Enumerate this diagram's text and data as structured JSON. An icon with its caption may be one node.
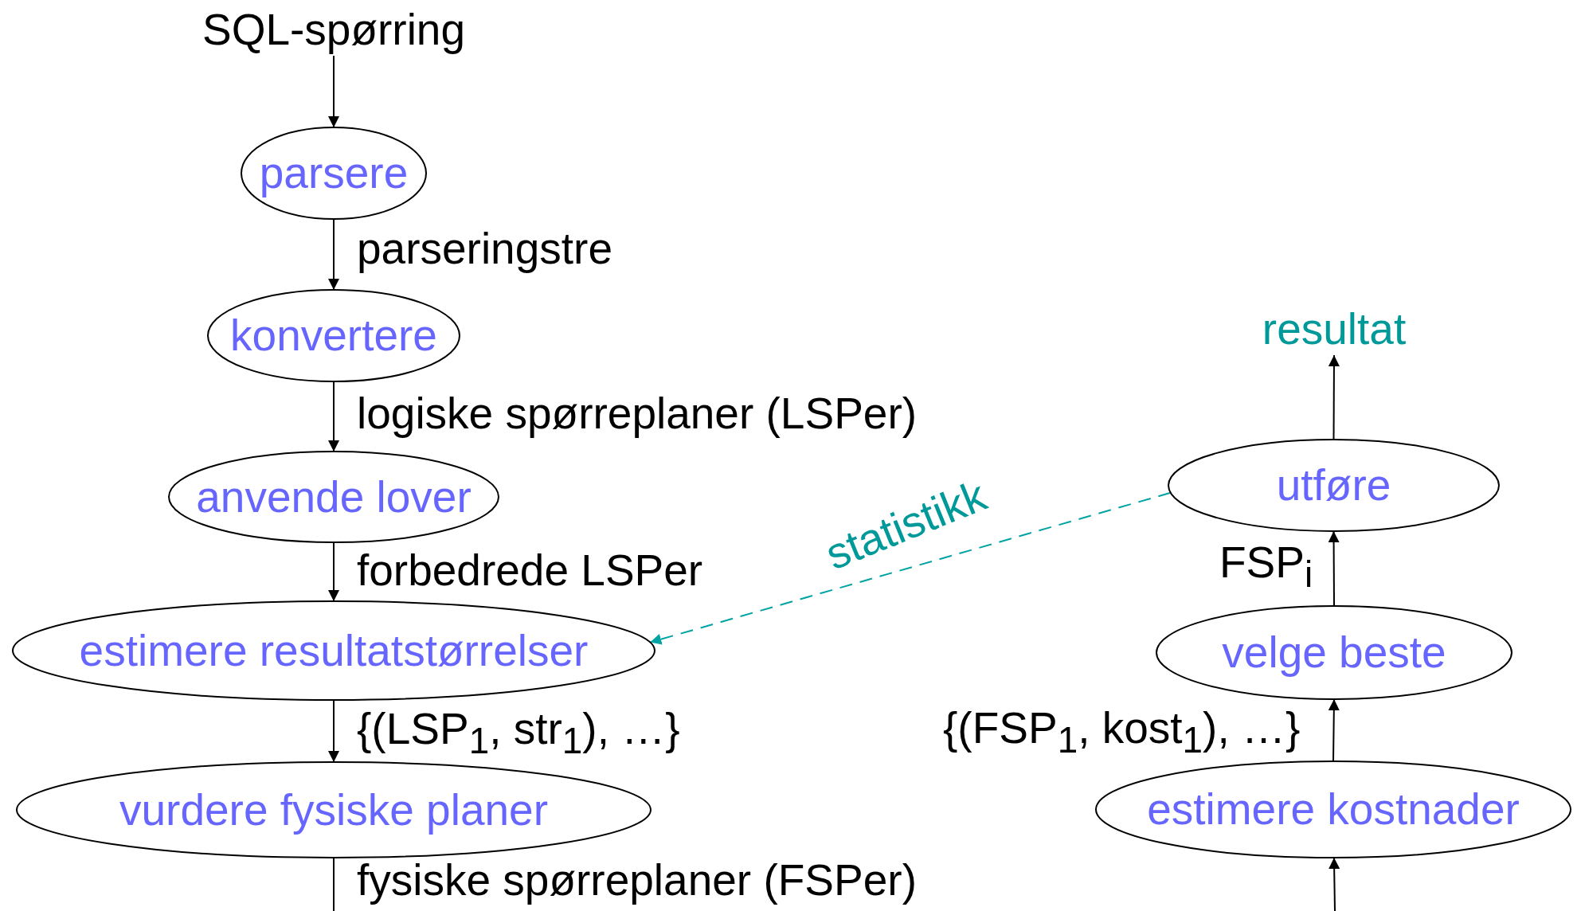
{
  "diagram": {
    "nodes": [
      {
        "text": [
          "SQL-spørring"
        ]
      },
      {
        "text": [
          "parsere"
        ]
      },
      {
        "text": [
          "konvertere"
        ]
      },
      {
        "text": [
          "anvende lover"
        ]
      },
      {
        "text": [
          "estimere resultatstørrelser"
        ]
      },
      {
        "text": [
          "vurdere fysiske planer"
        ]
      },
      {
        "text": [
          "resultat"
        ]
      },
      {
        "text": [
          "utføre"
        ]
      },
      {
        "text": [
          "velge beste"
        ]
      },
      {
        "text": [
          "estimere kostnader"
        ]
      }
    ],
    "edges": [
      {
        "from": 0,
        "to": 1,
        "arrow": "to"
      },
      {
        "from": 1,
        "to": 2,
        "arrow": "to",
        "label": "parseringstre"
      },
      {
        "from": 2,
        "to": 3,
        "arrow": "to",
        "label": "logiske spørreplaner (LSPer)"
      },
      {
        "from": 3,
        "to": 4,
        "arrow": "to",
        "label": "forbedrede LSPer"
      },
      {
        "from": 4,
        "to": 5,
        "arrow": "to",
        "label": "{(LSP$_{1}$, str$_{1}$), …}"
      },
      {
        "from": 5,
        "to": null,
        "arrow": "none",
        "label": "fysiske spørreplaner (FSPer)"
      },
      {
        "from": null,
        "to": 9,
        "arrow": "to"
      },
      {
        "from": 9,
        "to": 8,
        "arrow": "to",
        "label": "{(FSP$_{1}$, kost$_{1}$), …}"
      },
      {
        "from": 8,
        "to": 7,
        "arrow": "to",
        "label": "FSP$_{i}$"
      },
      {
        "from": 7,
        "to": 6,
        "arrow": "to"
      },
      {
        "from": 7,
        "to": 4,
        "arrow": "to",
        "label": "statistikk",
        "style": "dashed",
        "color": "#00a3a3"
      }
    ]
  }
}
